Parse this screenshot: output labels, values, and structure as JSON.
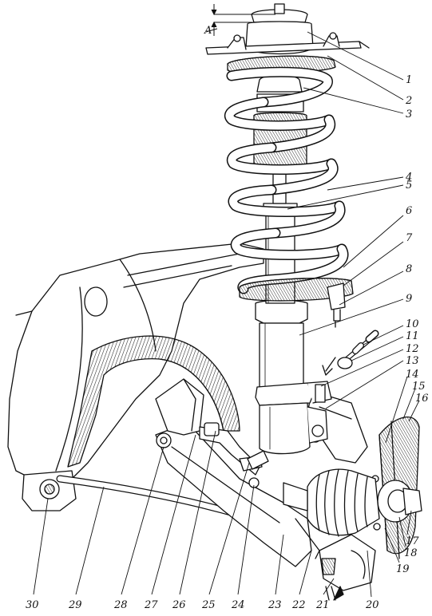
{
  "diagram": {
    "line_color": "#111111",
    "fill_color": "#ffffff",
    "hatch_color": "#222222",
    "labels": {
      "n1": "1",
      "n2": "2",
      "n3": "3",
      "n4": "4",
      "n5": "5",
      "n6": "6",
      "n7": "7",
      "n8": "8",
      "n9": "9",
      "n10": "10",
      "n11": "11",
      "n12": "12",
      "n13": "13",
      "n14": "14",
      "n15": "15",
      "n16": "16",
      "n17": "17",
      "n18": "18",
      "n19": "19",
      "n20": "20",
      "n21": "21",
      "n22": "22",
      "n23": "23",
      "n24": "24",
      "n25": "25",
      "n26": "26",
      "n27": "27",
      "n28": "28",
      "n29": "29",
      "n30": "30",
      "dim_a": "A"
    }
  }
}
